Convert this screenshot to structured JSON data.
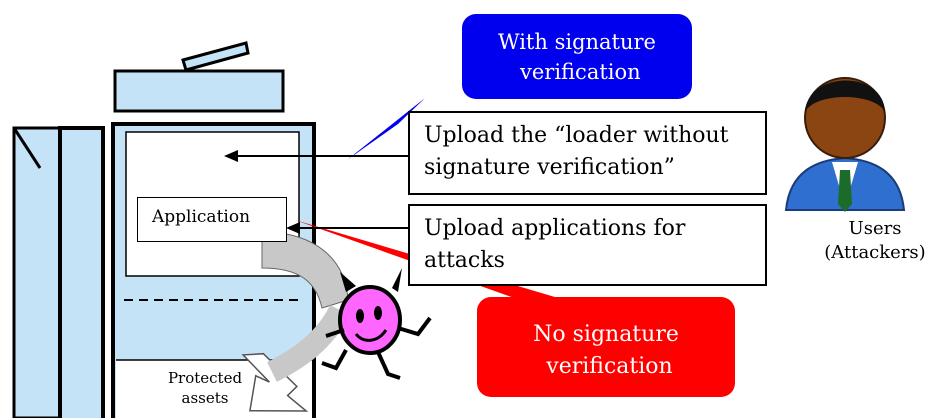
{
  "callouts": {
    "with_verification": "With signature\n verification",
    "without_verification": "No signature\n verification"
  },
  "boxes": {
    "upload_loader": "Upload the “loader without\nsignature verification”",
    "upload_applications": "Upload applications for\nattacks"
  },
  "labels": {
    "application": "Application",
    "protected_assets": "Protected\nassets",
    "users": "Users\n(Attackers)"
  },
  "colors": {
    "blue_callout": "#0000ee",
    "red_callout": "#ff0000",
    "device_fill": "#c5e3f6",
    "curved_arrow": "#c8c8c8",
    "devil": "#ff66ff"
  }
}
